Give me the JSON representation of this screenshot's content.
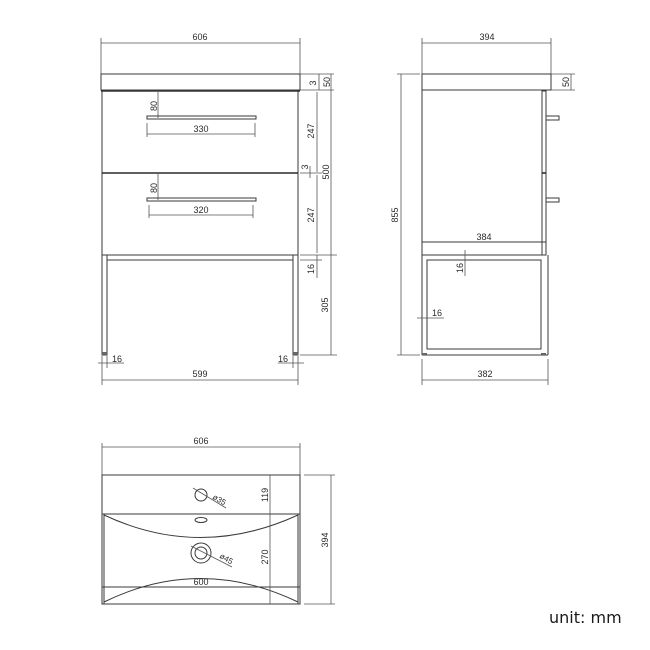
{
  "front_view": {
    "overall_width": "606",
    "top_thickness": "50",
    "gap_top": "3",
    "drawer1_height": "247",
    "gap_mid": "3",
    "cabinet_height": "500",
    "drawer2_height": "247",
    "frame_thickness": "16",
    "leg_height": "305",
    "handle1_offset": "80",
    "handle1_length": "330",
    "handle2_offset": "80",
    "handle2_length": "320",
    "leg_left_width": "16",
    "leg_right_width": "16",
    "frame_width": "599"
  },
  "side_view": {
    "overall_depth": "394",
    "top_thickness": "50",
    "total_height": "855",
    "cabinet_depth": "384",
    "frame_thickness_vertical": "16",
    "frame_thickness_horizontal": "16",
    "frame_depth": "382"
  },
  "top_view": {
    "overall_width": "606",
    "overall_depth": "394",
    "tap_zone_depth": "119",
    "tap_hole_diameter": "ø35",
    "basin_depth": "270",
    "drain_diameter": "ø45",
    "basin_width": "600"
  },
  "footer": {
    "unit_label": "unit: mm"
  }
}
